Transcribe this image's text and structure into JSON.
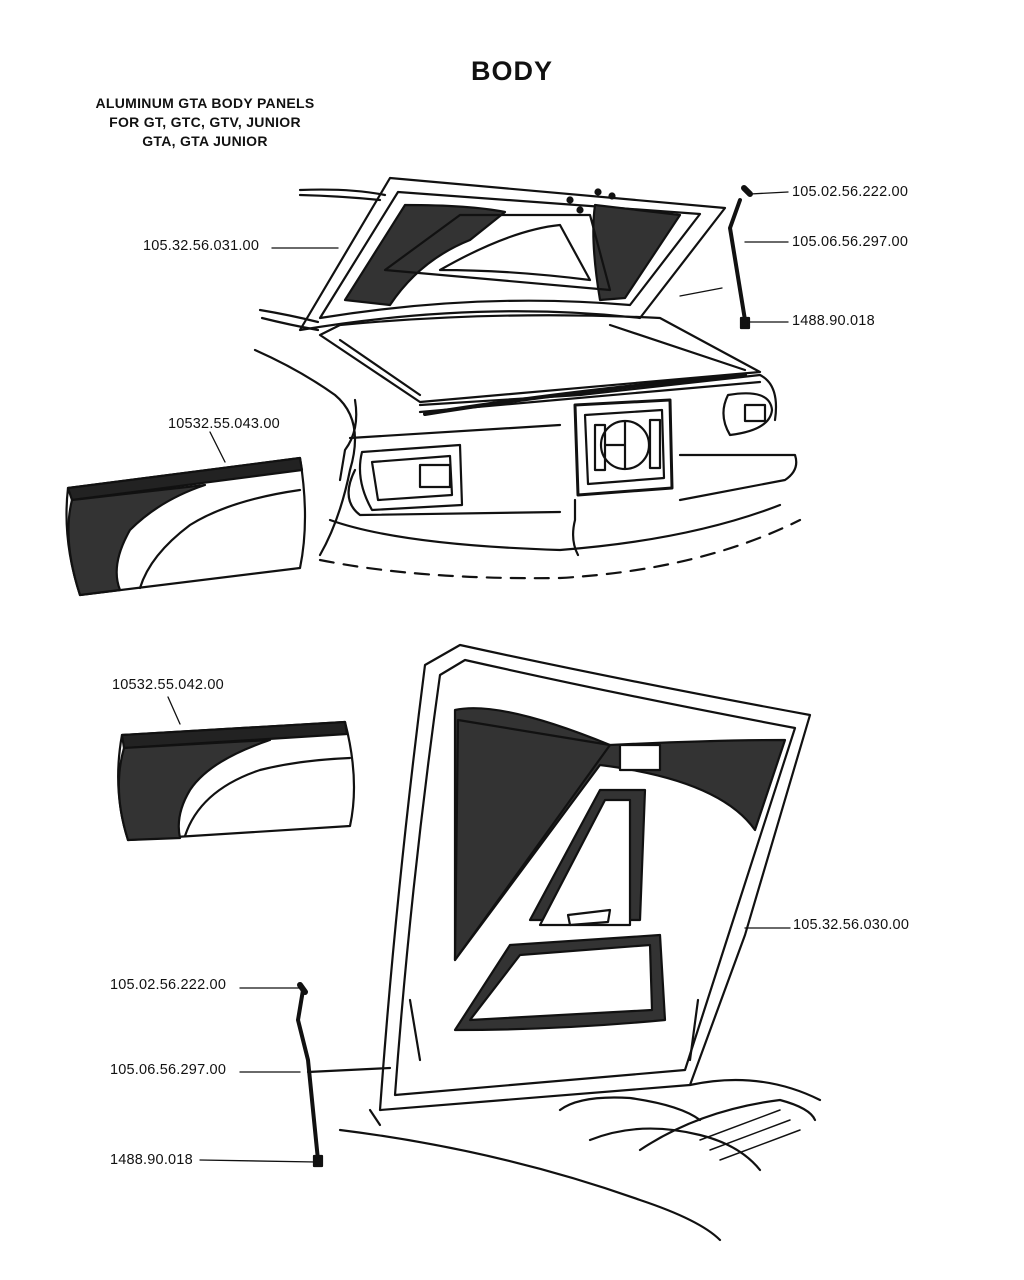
{
  "header": {
    "title": "BODY",
    "subtitle_lines": [
      "ALUMINUM GTA BODY PANELS",
      "FOR GT, GTC, GTV, JUNIOR",
      "GTA, GTA JUNIOR"
    ]
  },
  "part_numbers": {
    "trunk_lid": "105.32.56.031.00",
    "rear_door_panel": "10532.55.043.00",
    "trunk_prop_end": "105.02.56.222.00",
    "trunk_prop_rod": "105.06.56.297.00",
    "trunk_prop_clip": "1488.90.018",
    "front_door_panel": "10532.55.042.00",
    "hood": "105.32.56.030.00",
    "hood_prop_end": "105.02.56.222.00",
    "hood_prop_rod": "105.06.56.297.00",
    "hood_prop_clip": "1488.90.018"
  }
}
